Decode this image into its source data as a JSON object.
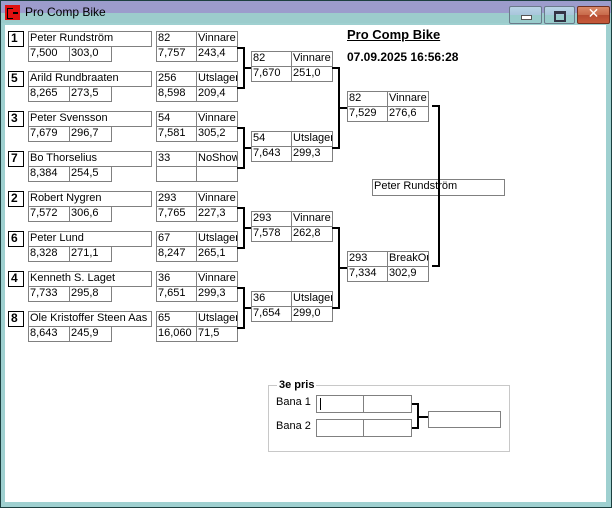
{
  "window": {
    "title": "Pro Comp Bike",
    "controls": {
      "minimize": "minimize",
      "maximize": "maximize",
      "close": "✕"
    }
  },
  "header": {
    "title": "Pro Comp Bike",
    "datetime": "07.09.2025 16:56:28"
  },
  "round1": [
    {
      "seed": "1",
      "name": "Peter Rundström",
      "rt": "7,500",
      "time": "303,0",
      "res_no": "82",
      "res_label": "Vinnare",
      "res_rt": "7,757",
      "res_time": "243,4"
    },
    {
      "seed": "5",
      "name": "Arild  Rundbraaten",
      "rt": "8,265",
      "time": "273,5",
      "res_no": "256",
      "res_label": "Utslagen",
      "res_rt": "8,598",
      "res_time": "209,4"
    },
    {
      "seed": "3",
      "name": "Peter Svensson",
      "rt": "7,679",
      "time": "296,7",
      "res_no": "54",
      "res_label": "Vinnare",
      "res_rt": "7,581",
      "res_time": "305,2"
    },
    {
      "seed": "7",
      "name": "Bo Thorselius",
      "rt": "8,384",
      "time": "254,5",
      "res_no": "33",
      "res_label": "NoShow",
      "res_rt": "",
      "res_time": ""
    },
    {
      "seed": "2",
      "name": "Robert Nygren",
      "rt": "7,572",
      "time": "306,6",
      "res_no": "293",
      "res_label": "Vinnare",
      "res_rt": "7,765",
      "res_time": "227,3"
    },
    {
      "seed": "6",
      "name": "Peter Lund",
      "rt": "8,328",
      "time": "271,1",
      "res_no": "67",
      "res_label": "Utslagen",
      "res_rt": "8,247",
      "res_time": "265,1"
    },
    {
      "seed": "4",
      "name": "Kenneth S. Laget",
      "rt": "7,733",
      "time": "295,8",
      "res_no": "36",
      "res_label": "Vinnare",
      "res_rt": "7,651",
      "res_time": "299,3"
    },
    {
      "seed": "8",
      "name": "Ole Kristoffer Steen Aas",
      "rt": "8,643",
      "time": "245,9",
      "res_no": "65",
      "res_label": "Utslagen",
      "res_rt": "16,060",
      "res_time": "71,5"
    }
  ],
  "round2": [
    {
      "no": "82",
      "label": "Vinnare",
      "rt": "7,670",
      "time": "251,0"
    },
    {
      "no": "54",
      "label": "Utslagen",
      "rt": "7,643",
      "time": "299,3"
    },
    {
      "no": "293",
      "label": "Vinnare",
      "rt": "7,578",
      "time": "262,8"
    },
    {
      "no": "36",
      "label": "Utslagen",
      "rt": "7,654",
      "time": "299,0"
    }
  ],
  "round3": [
    {
      "no": "82",
      "label": "Vinnare",
      "rt": "7,529",
      "time": "276,6"
    },
    {
      "no": "293",
      "label": "BreakOut",
      "rt": "7,334",
      "time": "302,9"
    }
  ],
  "final": {
    "winner": "Peter Rundström"
  },
  "third_place": {
    "legend": "3e pris",
    "lane1_label": "Bana 1",
    "lane2_label": "Bana 2",
    "lane1_a": "",
    "lane1_b": "",
    "lane2_a": "",
    "lane2_b": "",
    "result": ""
  }
}
